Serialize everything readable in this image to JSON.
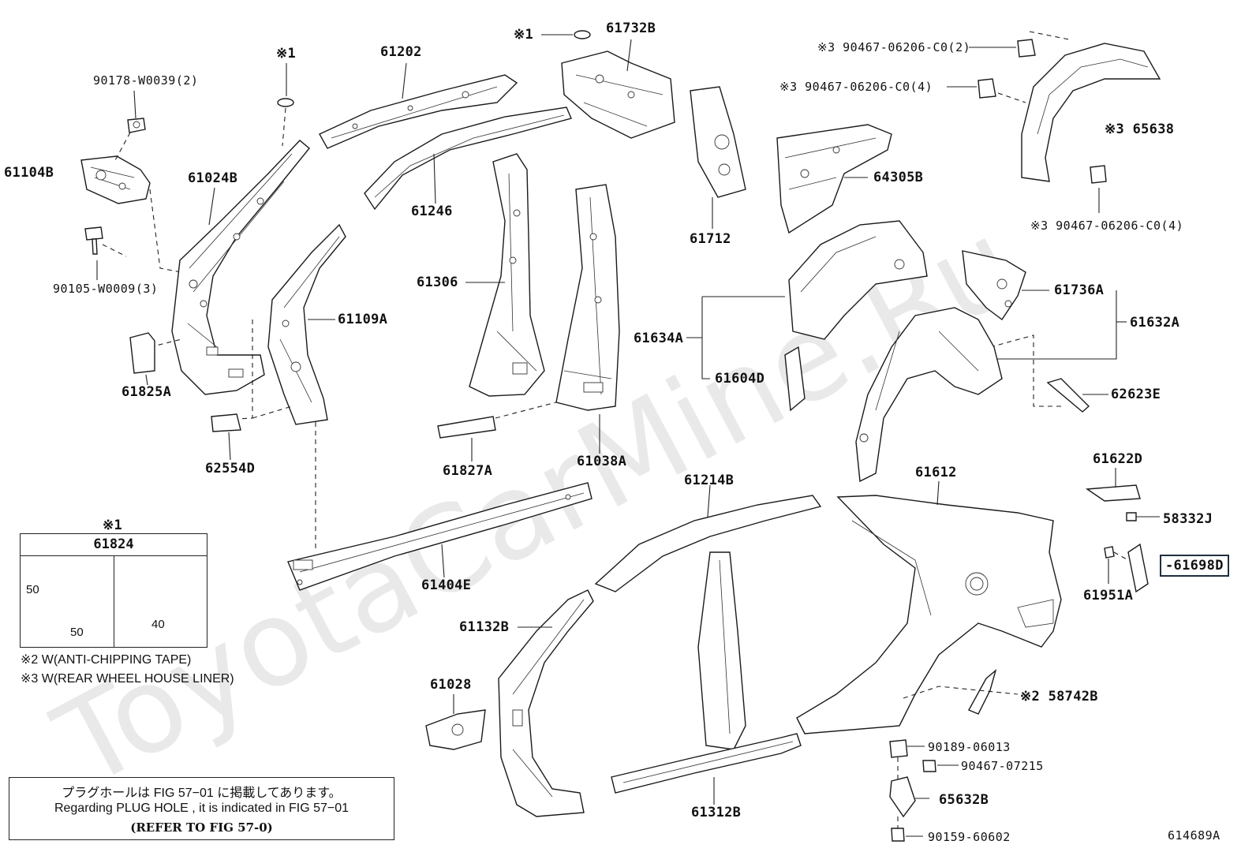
{
  "watermark": "ToyotaCarMine.Ru",
  "figure_code": "614689A",
  "labels": {
    "ref1_top": "※1",
    "p61732B": "61732B",
    "ref1_mid": "※1",
    "p61202": "61202",
    "p90178": "90178-W0039(2)",
    "p61104B": "61104B",
    "p61024B": "61024B",
    "p61246": "61246",
    "p90105": "90105-W0009(3)",
    "p61306": "61306",
    "p61109A": "61109A",
    "p61825A": "61825A",
    "p62554D": "62554D",
    "p61827A": "61827A",
    "p61038A": "61038A",
    "p61404E": "61404E",
    "p61712": "61712",
    "p64305B": "64305B",
    "p90467_a": "※3 90467-06206-C0(2)",
    "p90467_b": "※3 90467-06206-C0(4)",
    "p65638": "※3 65638",
    "p90467_c": "※3 90467-06206-C0(4)",
    "p61736A": "61736A",
    "p61632A": "61632A",
    "p61634A": "61634A",
    "p61604D": "61604D",
    "p62623E": "62623E",
    "p61612": "61612",
    "p61214B": "61214B",
    "p61622D": "61622D",
    "p58332J": "58332J",
    "p61698D": "-61698D",
    "p61951A": "61951A",
    "p61132B": "61132B",
    "p61028": "61028",
    "p61312B": "61312B",
    "p58742B": "※2 58742B",
    "p90189": "90189-06013",
    "p90467_07215": "90467-07215",
    "p65632B": "65632B",
    "p90159": "90159-60602"
  },
  "dimension_box": {
    "ref": "※1",
    "part_no": "61824",
    "square_height": "50",
    "square_width": "50",
    "circle_diameter": "40"
  },
  "notes": [
    "※2 W(ANTI-CHIPPING TAPE)",
    "※3 W(REAR WHEEL HOUSE LINER)"
  ],
  "reference_box": {
    "line1": "プラグホールは FIG 57−01 に掲載してあります。",
    "line2": "Regarding  PLUG  HOLE , it is indicated in FIG  57−01",
    "line3": "(REFER TO FIG 57-0)"
  },
  "highlight_color": "#1f2f3f"
}
